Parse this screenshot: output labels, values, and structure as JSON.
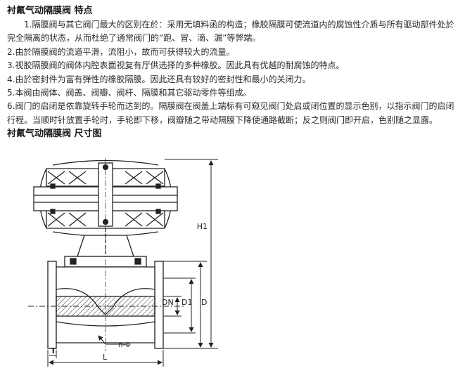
{
  "section1": {
    "title": "衬氟气动隔膜阀 特点"
  },
  "features": [
    "1.隔膜阀与其它阀门最大的区别在於：采用无填料函的构造；橡胶隔膜可使流道内的腐蚀性介质与所有驱动部件处於完全隔离的状态，从而杜绝了通常阀门的“跑、冒、滴、漏”等弊端。",
    "2.由於隔膜阀的流道平滑，流阻小，故而可获得较大的流量。",
    "3.视胶隔膜阀的阀体内腔表面视复有厅供选择的多种橡胶。因此具有优越的耐腐蚀的特点。",
    "4.由於密封件为富有弹性的橡胶隔膜。因此还具有较好的密封性和最小的关闭力。",
    "5.本阀由阀体、阀盖、阀瓣、阀杆、隔膜和其它驱动零件等组成。",
    "6.阀门的启闭是依靠旋转手轮而达到的。隔膜阀在阀盖上端标有可窥见阀门处启或闭位置的显示色别，以指示阀门的启闭行程。当顺时针放置手轮时，手轮即下移，阀瓣随之带动隔膜下降使通路截断；反之则阀门即开启，色别随之显露。"
  ],
  "section2": {
    "title": "衬氟气动隔膜阀 尺寸图"
  },
  "drawing": {
    "labels": {
      "h1": "H1",
      "dn": "DN",
      "d1": "D1",
      "d": "D",
      "t": "T",
      "l": "L",
      "holes": "n-Φ"
    }
  }
}
